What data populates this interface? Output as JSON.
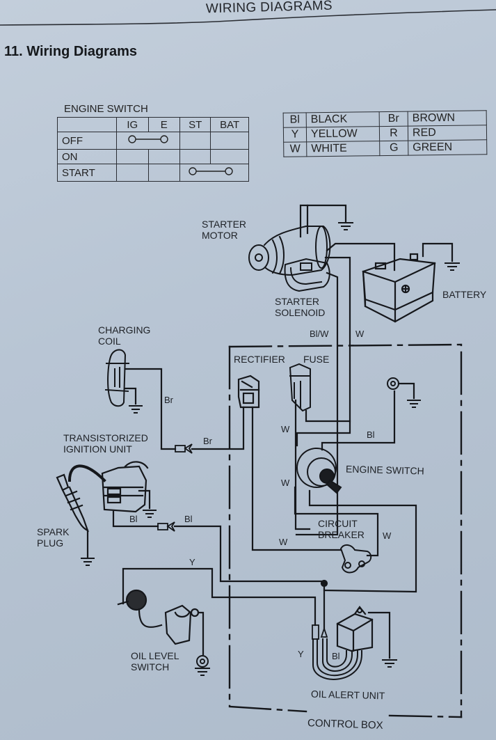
{
  "header": {
    "running_title": "WIRING DIAGRAMS",
    "section_title": "11. Wiring Diagrams"
  },
  "engine_switch_table": {
    "caption": "ENGINE SWITCH",
    "columns": [
      "",
      "IG",
      "E",
      "ST",
      "BAT"
    ],
    "rows": [
      {
        "label": "OFF",
        "connected": [
          "IG",
          "E"
        ]
      },
      {
        "label": "ON",
        "connected": []
      },
      {
        "label": "START",
        "connected": [
          "ST",
          "BAT"
        ]
      }
    ]
  },
  "color_legend": [
    {
      "code": "Bl",
      "color": "BLACK",
      "code2": "Br",
      "color2": "BROWN"
    },
    {
      "code": "Y",
      "color": "YELLOW",
      "code2": "R",
      "color2": "RED"
    },
    {
      "code": "W",
      "color": "WHITE",
      "code2": "G",
      "color2": "GREEN"
    }
  ],
  "components": {
    "starter_motor": [
      "STARTER",
      "MOTOR"
    ],
    "starter_solenoid": [
      "STARTER",
      "SOLENOID"
    ],
    "battery": "BATTERY",
    "charging_coil": [
      "CHARGING",
      "COIL"
    ],
    "rectifier": "RECTIFIER",
    "fuse": "FUSE",
    "transistorized_ignition_unit": [
      "TRANSISTORIZED",
      "IGNITION UNIT"
    ],
    "engine_switch": "ENGINE SWITCH",
    "spark_plug": [
      "SPARK",
      "PLUG"
    ],
    "circuit_breaker": [
      "CIRCUIT",
      "BREAKER"
    ],
    "oil_level_switch": [
      "OIL LEVEL",
      "SWITCH"
    ],
    "oil_alert_unit": "OIL ALERT UNIT",
    "control_box": "CONTROL BOX"
  },
  "wire_labels": {
    "solenoid_blw": "Bl/W",
    "solenoid_w": "W",
    "coil_br_1": "Br",
    "coil_br_2": "Br",
    "fuse_w": "W",
    "switch_bl": "Bl",
    "switch_w": "W",
    "ign_bl_1": "Bl",
    "ign_bl_2": "Bl",
    "breaker_w_left": "W",
    "breaker_w_right": "W",
    "oil_y": "Y",
    "alert_y": "Y",
    "alert_bl": "Bl"
  }
}
